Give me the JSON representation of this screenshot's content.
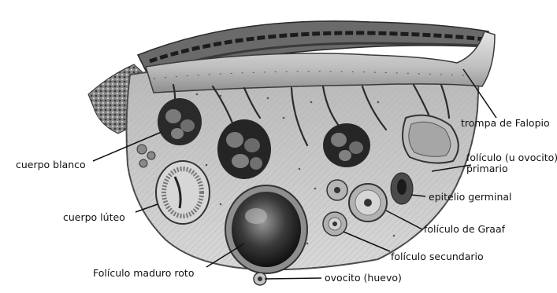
{
  "labels": {
    "fallopian_tube": "trompa de Falopio",
    "primary_follicle_line1": "folículo (u ovocito)",
    "primary_follicle_line2": "primario",
    "germinal_epithelium": "epitelio germinal",
    "graafian_follicle": "folículo de Graaf",
    "secondary_follicle": "folículo secundario",
    "ovum": "ovocito (huevo)",
    "ruptured_follicle": "Folículo maduro roto",
    "corpus_luteum": "cuerpo lúteo",
    "corpus_albicans": "cuerpo blanco"
  },
  "colors": {
    "ovary_fill": "#c9c9c9",
    "ovary_edge": "#4a4a4a",
    "tube_fill": "#bcbcbc",
    "dark": "#2a2a2a",
    "line": "#111111"
  }
}
